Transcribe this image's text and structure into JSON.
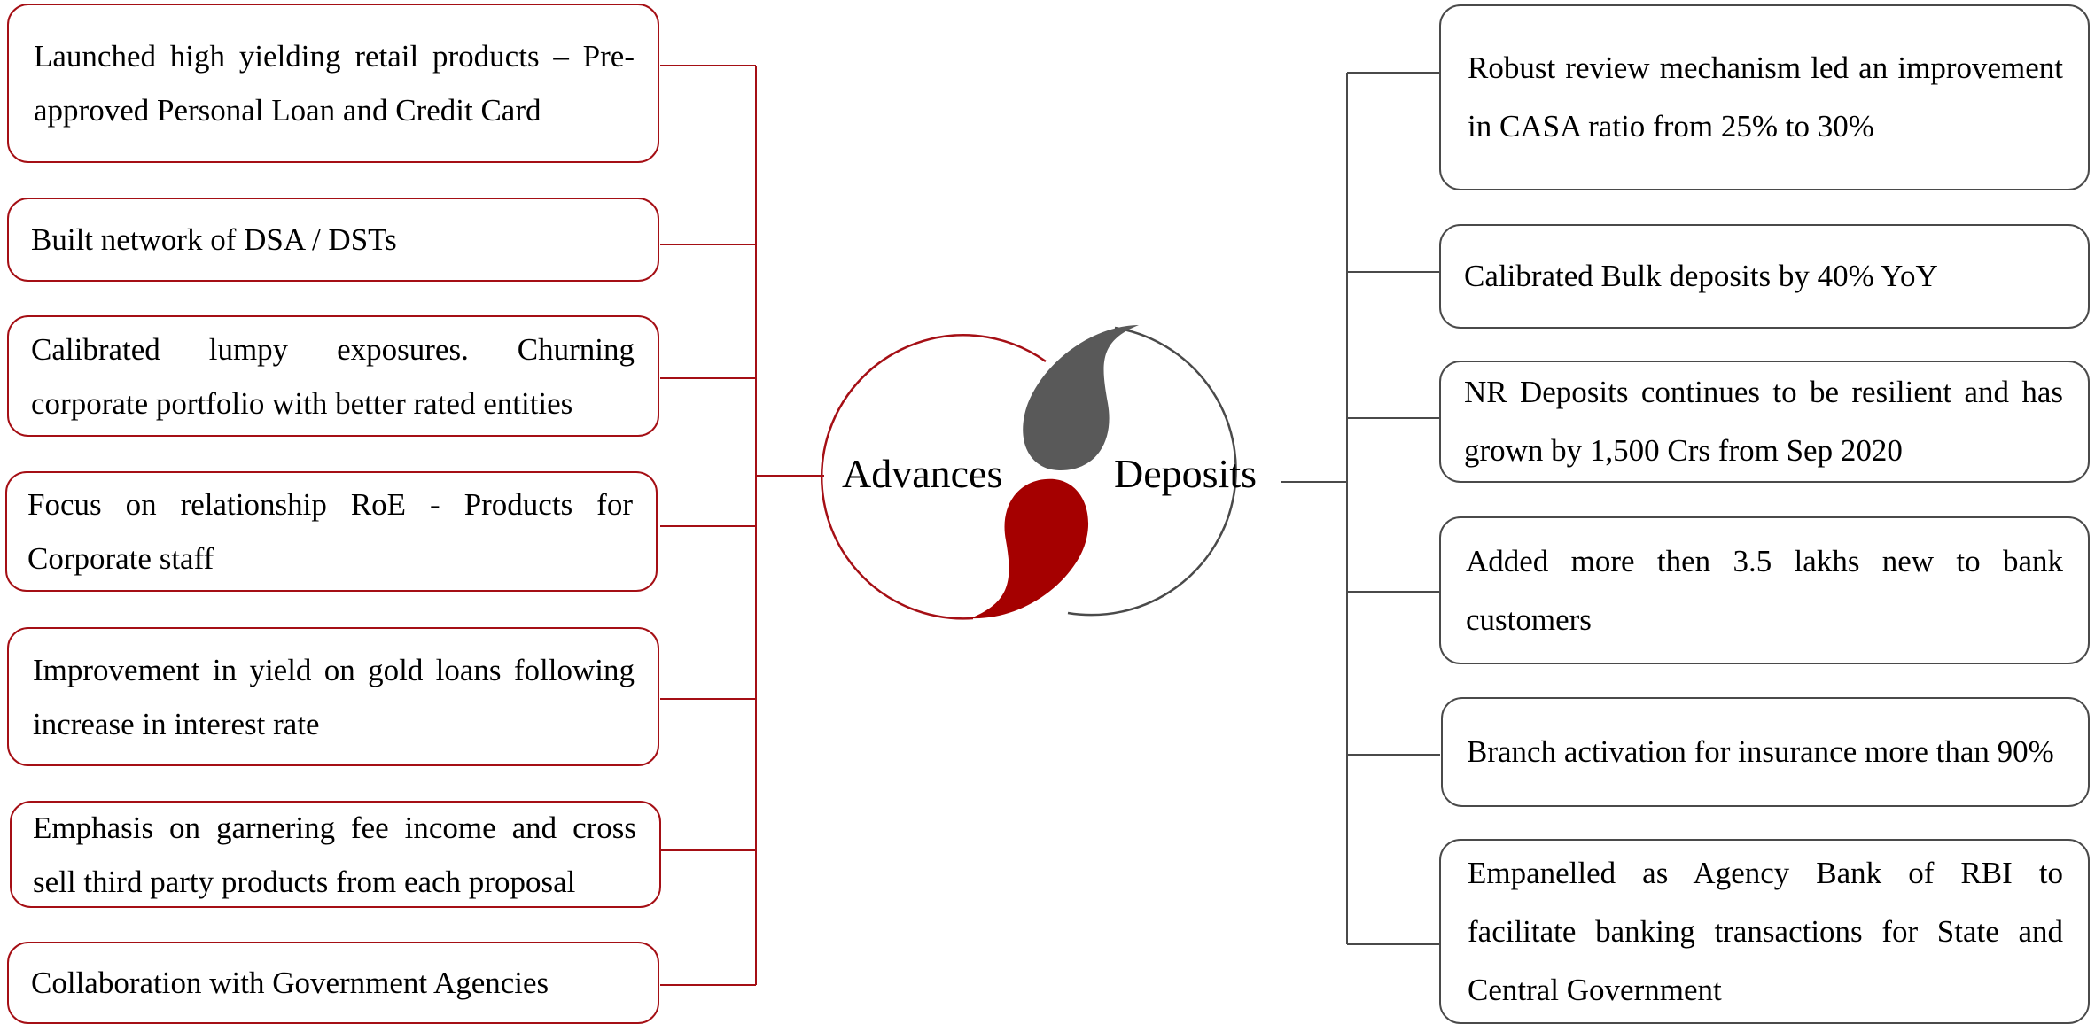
{
  "center": {
    "left_label": "Advances",
    "right_label": "Deposits"
  },
  "advances": {
    "items": [
      "Launched high yielding retail products – Pre-approved Personal Loan and Credit Card",
      "Built network of DSA / DSTs",
      "Calibrated lumpy exposures. Churning corporate portfolio with better rated entities",
      "Focus on relationship RoE - Products for Corporate staff",
      "Improvement in yield on gold loans following increase in interest rate",
      "Emphasis on garnering fee income and cross sell third party products from each proposal",
      "Collaboration with Government Agencies"
    ]
  },
  "deposits": {
    "items": [
      "Robust review mechanism led an improvement in CASA ratio from 25% to 30%",
      "Calibrated Bulk deposits by 40% YoY",
      "NR Deposits continues to be resilient and has grown by 1,500 Crs from Sep 2020",
      "Added more then 3.5 lakhs new to bank customers",
      "Branch activation for insurance more than 90%",
      "Empanelled as Agency Bank of RBI to facilitate banking transactions for State and Central Government"
    ]
  },
  "colors": {
    "advances_accent": "#a50f15",
    "deposits_accent": "#4a4a4a",
    "grey_drop": "#595959",
    "red_drop": "#a50000"
  }
}
